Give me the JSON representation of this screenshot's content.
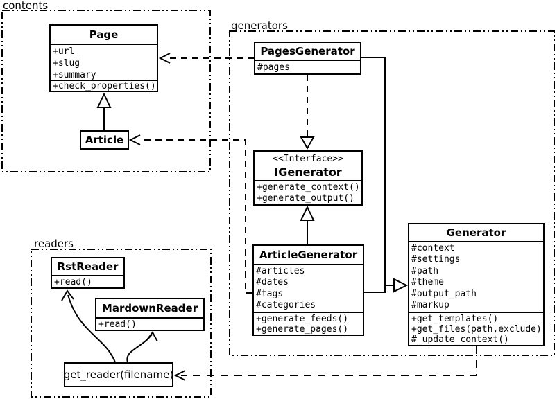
{
  "packages": {
    "contents": {
      "label": "contents"
    },
    "generators": {
      "label": "generators"
    },
    "readers": {
      "label": "readers"
    }
  },
  "classes": {
    "page": {
      "name": "Page",
      "attrs": [
        "+url",
        "+slug",
        "+summary"
      ],
      "methods": [
        "+check_properties()"
      ]
    },
    "article": {
      "name": "Article"
    },
    "pages_generator": {
      "name": "PagesGenerator",
      "attrs": [
        "#pages"
      ]
    },
    "igenerator": {
      "stereotype": "<<Interface>>",
      "name": "IGenerator",
      "methods": [
        "+generate_context()",
        "+generate_output()"
      ]
    },
    "article_generator": {
      "name": "ArticleGenerator",
      "attrs": [
        "#articles",
        "#dates",
        "#tags",
        "#categories"
      ],
      "methods": [
        "+generate_feeds()",
        "+generate_pages()"
      ]
    },
    "generator": {
      "name": "Generator",
      "attrs": [
        "#context",
        "#settings",
        "#path",
        "#theme",
        "#output_path",
        "#markup"
      ],
      "methods": [
        "+get_templates()",
        "+get_files(path,exclude)",
        "#_update_context()"
      ]
    },
    "rst_reader": {
      "name": "RstReader",
      "methods": [
        "+read()"
      ]
    },
    "mardown_reader": {
      "name": "MardownReader",
      "methods": [
        "+read()"
      ]
    },
    "get_reader": {
      "label": "get_reader(filename)"
    }
  },
  "colors": {
    "line": "#000000",
    "background": "#ffffff"
  }
}
